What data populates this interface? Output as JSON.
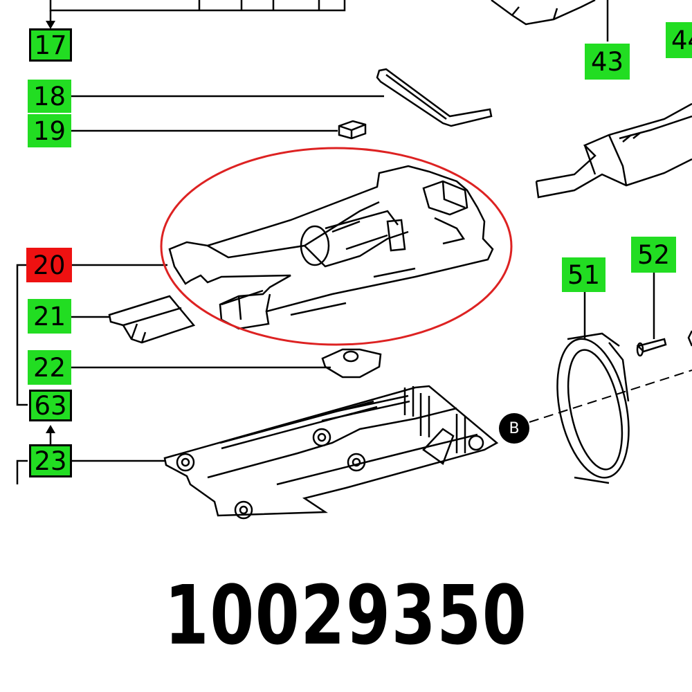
{
  "colors": {
    "label_green": "#22dd22",
    "label_red": "#ee1111",
    "highlight_ellipse": "#dd2222",
    "line": "#000000"
  },
  "labels": {
    "l17": "17",
    "l18": "18",
    "l19": "19",
    "l20": "20",
    "l21": "21",
    "l22": "22",
    "l63": "63",
    "l23": "23",
    "l43": "43",
    "l44": "44",
    "l51": "51",
    "l52": "52"
  },
  "marker": "B",
  "part_number": "10029350"
}
